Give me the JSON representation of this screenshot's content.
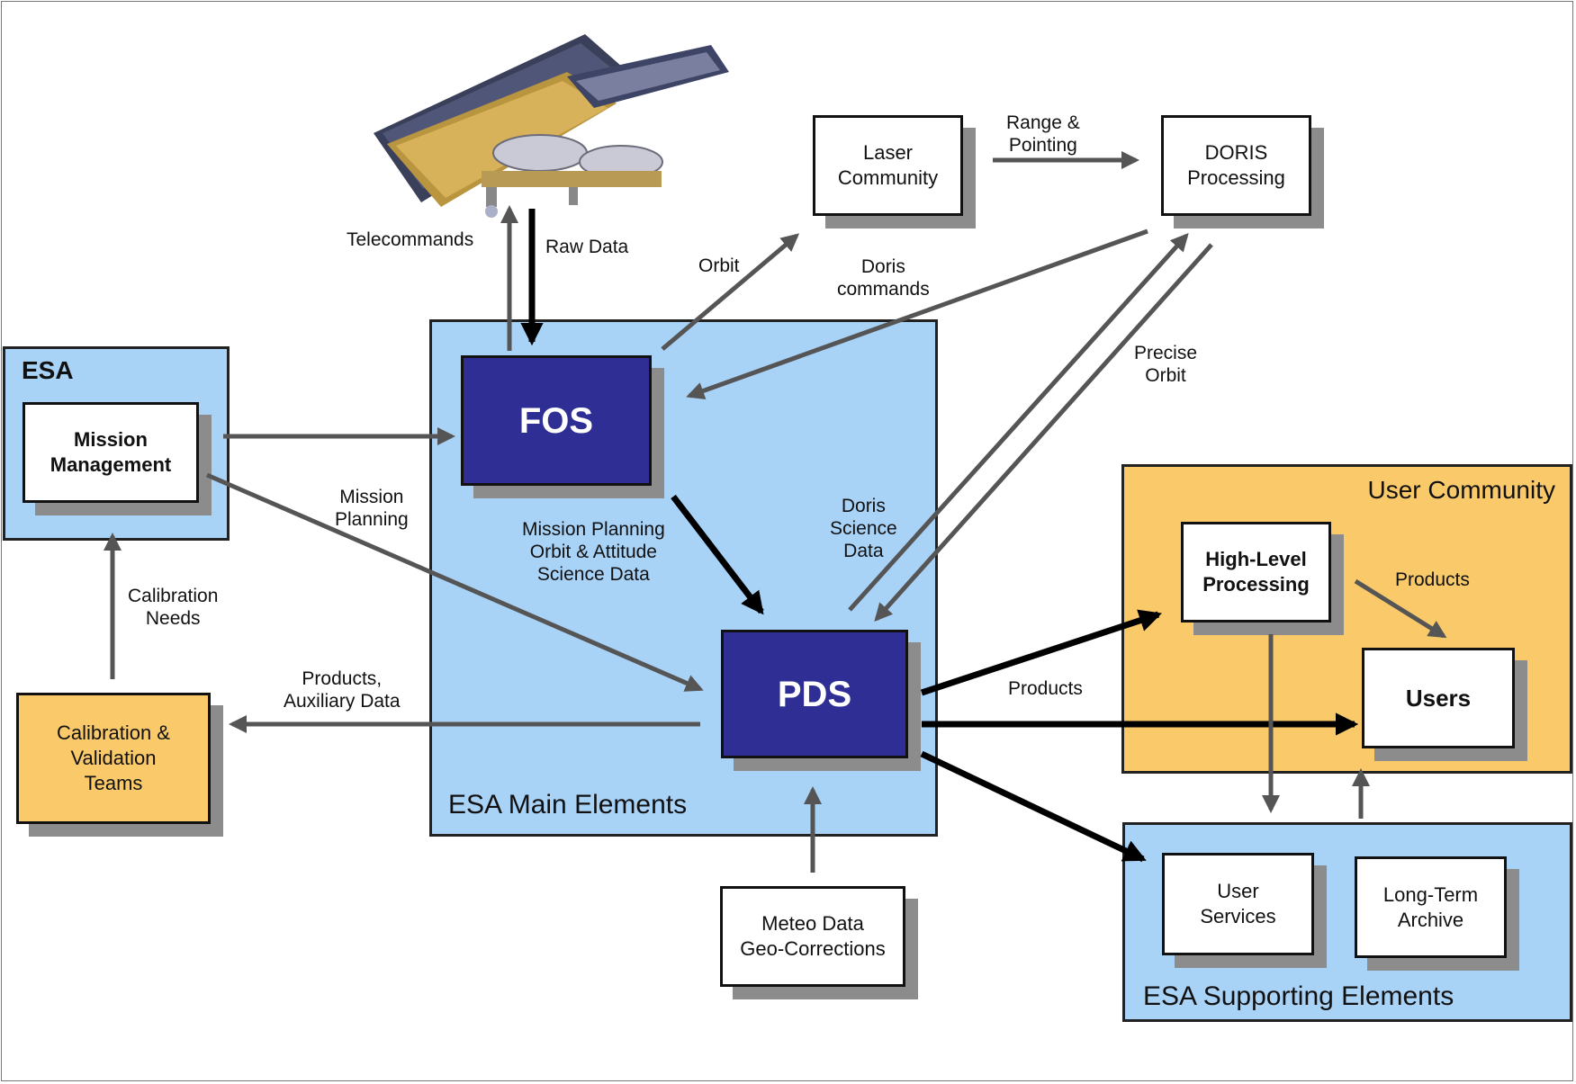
{
  "regions": {
    "esa": "ESA",
    "main": "ESA Main Elements",
    "user_community": "User Community",
    "supporting": "ESA Supporting Elements"
  },
  "boxes": {
    "mission_management": "Mission\nManagement",
    "fos": "FOS",
    "pds": "PDS",
    "laser_community": "Laser\nCommunity",
    "doris_processing": "DORIS\nProcessing",
    "calibration_teams": "Calibration &\nValidation\nTeams",
    "high_level_processing": "High-Level\nProcessing",
    "users": "Users",
    "user_services": "User\nServices",
    "long_term_archive": "Long-Term\nArchive",
    "meteo_data": "Meteo Data\nGeo-Corrections"
  },
  "labels": {
    "telecommands": "Telecommands",
    "raw_data": "Raw Data",
    "orbit": "Orbit",
    "range_pointing": "Range &\nPointing",
    "doris_commands": "Doris\ncommands",
    "precise_orbit": "Precise\nOrbit",
    "mission_planning": "Mission\nPlanning",
    "mission_planning_orbit": "Mission Planning\nOrbit & Attitude\nScience Data",
    "doris_science": "Doris\nScience\nData",
    "calibration_needs": "Calibration\nNeeds",
    "products_aux": "Products,\nAuxiliary Data",
    "products_main": "Products",
    "products_user": "Products"
  }
}
